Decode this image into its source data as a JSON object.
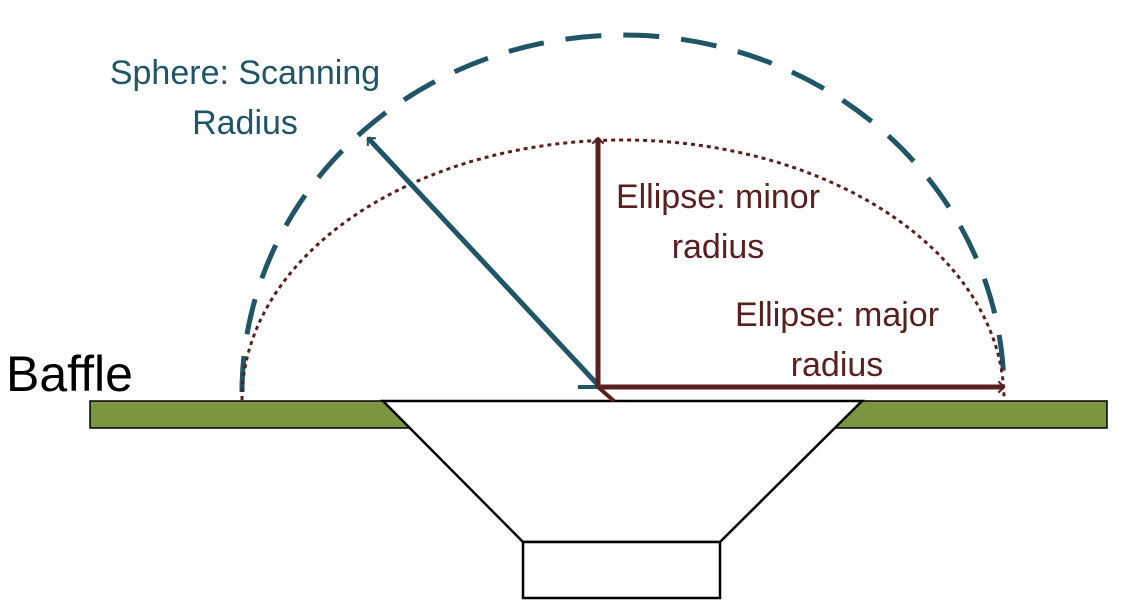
{
  "labels": {
    "sphere_line1": "Sphere: Scanning",
    "sphere_line2": "Radius",
    "minor_line1": "Ellipse: minor",
    "minor_line2": "radius",
    "major_line1": "Ellipse: major",
    "major_line2": "radius",
    "baffle": "Baffle"
  },
  "colors": {
    "sphere": "#1f5566",
    "ellipse": "#5a2020",
    "baffle": "#7a9640",
    "outline": "#000000"
  }
}
